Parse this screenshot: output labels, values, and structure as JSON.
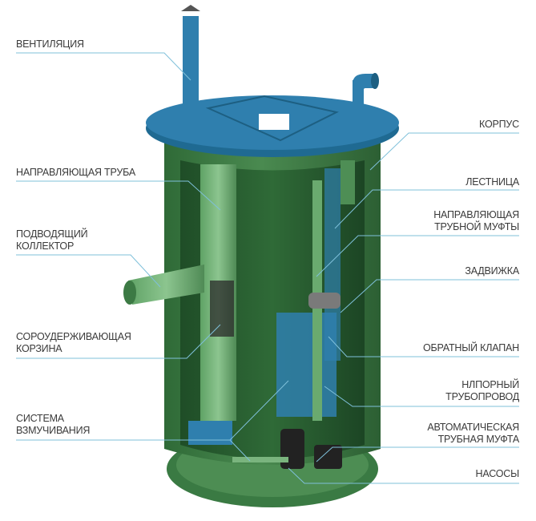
{
  "labels": {
    "ventilation": "ВЕНТИЛЯЦИЯ",
    "guide_pipe": "НАПРАВЛЯЮЩАЯ ТРУБА",
    "inlet_1": "ПОДВОДЯЩИЙ",
    "inlet_2": "КОЛЛЕКТОР",
    "basket_1": "СОРОУДЕРЖИВАЮЩАЯ",
    "basket_2": "КОРЗИНА",
    "agitation_1": "СИСТЕМА",
    "agitation_2": "ВЗМУЧИВАНИЯ",
    "body": "КОРПУС",
    "ladder": "ЛЕСТНИЦА",
    "coupling_guide_1": "НАПРАВЛЯЮЩАЯ",
    "coupling_guide_2": "ТРУБНОЙ МУФТЫ",
    "gate_valve": "ЗАДВИЖКА",
    "check_valve": "ОБРАТНЫЙ КЛАПАН",
    "pressure_1": "НЛПОРНЫЙ",
    "pressure_2": "ТРУБОПРОВОД",
    "auto_coupling_1": "АВТОМАТИЧЕСКАЯ",
    "auto_coupling_2": "ТРУБНАЯ МУФТА",
    "pumps": "НАСОСЫ"
  },
  "colors": {
    "leader": "#6fb7d3",
    "tank": "#3e7d46",
    "lid": "#2f7fae"
  }
}
